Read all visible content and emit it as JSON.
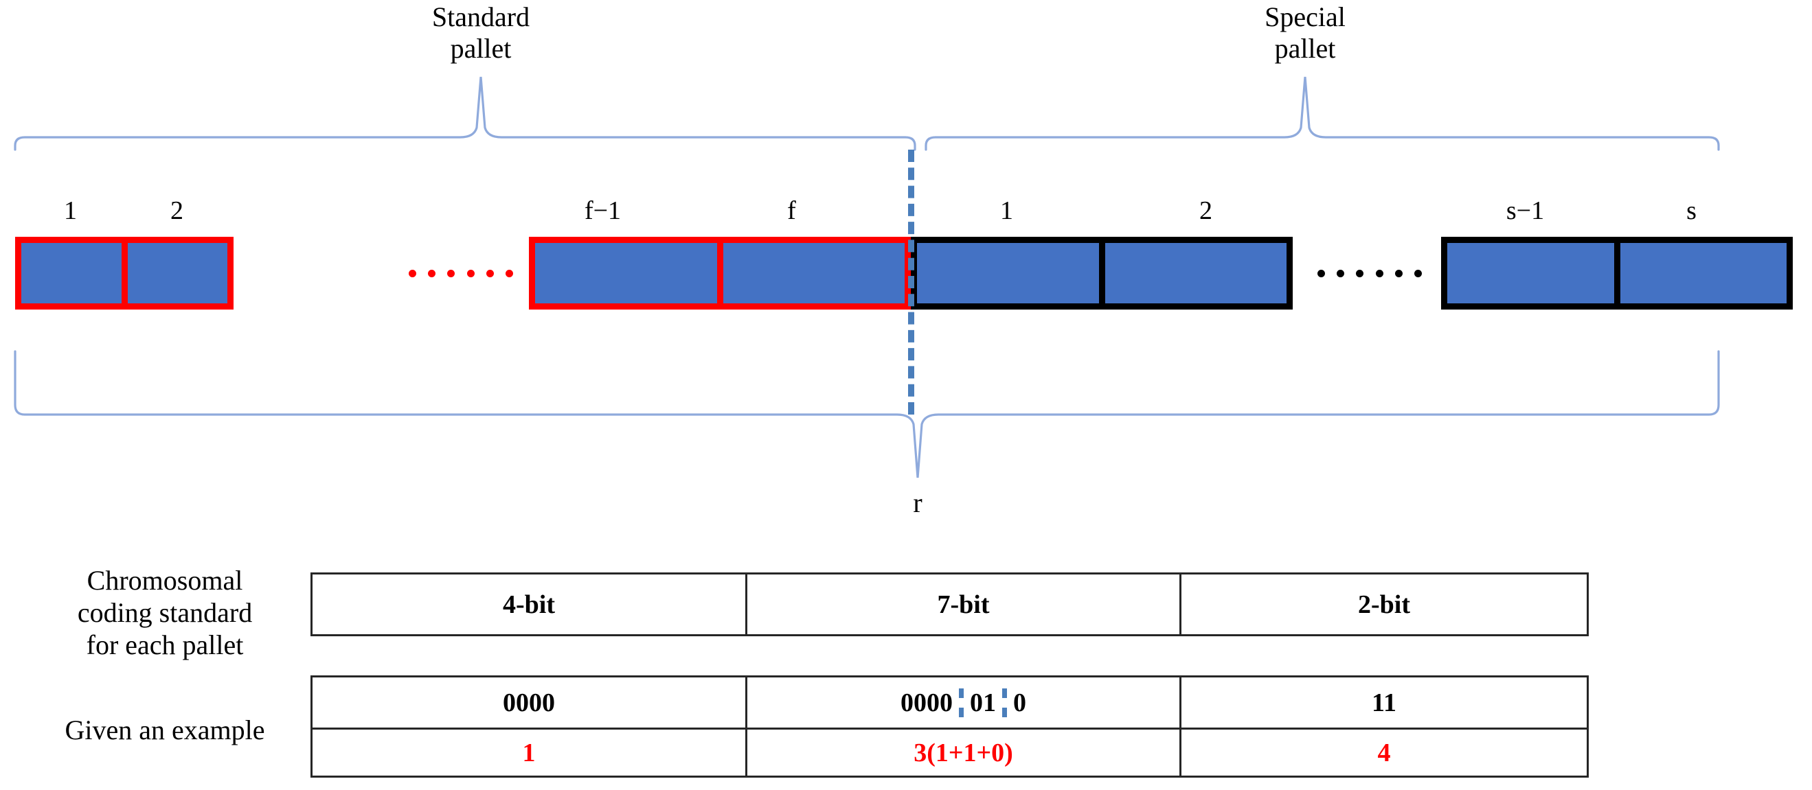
{
  "diagram": {
    "top_braces": [
      {
        "label": "Standard\npallet"
      },
      {
        "label": "Special\npallet"
      }
    ],
    "bottom_brace": {
      "label": "r"
    },
    "standard_section": {
      "border_color": "#FF0000",
      "fill_color": "#4472C4",
      "leading_labels": [
        "1",
        "2"
      ],
      "trailing_labels": [
        "f−1",
        "f"
      ],
      "ellipsis_dots": 6
    },
    "special_section": {
      "border_color": "#000000",
      "fill_color": "#4472C4",
      "leading_labels": [
        "1",
        "2"
      ],
      "trailing_labels": [
        "s−1",
        "s"
      ],
      "ellipsis_dots": 6
    },
    "divider": {
      "color": "#4A7EBB",
      "style": "dashed"
    },
    "brace_color": "#8FAADC"
  },
  "captions": {
    "coding_standard": "Chromosomal\ncoding standard\nfor each pallet",
    "example": "Given an example"
  },
  "table": {
    "header_row": [
      "4-bit",
      "7-bit",
      "2-bit"
    ],
    "example_row": {
      "bit4": "0000",
      "bit7_parts": [
        "0000",
        "01",
        "0"
      ],
      "bit2": "11"
    },
    "value_row": [
      "1",
      "3(1+1+0)",
      "4"
    ],
    "value_color": "#FF0000"
  }
}
